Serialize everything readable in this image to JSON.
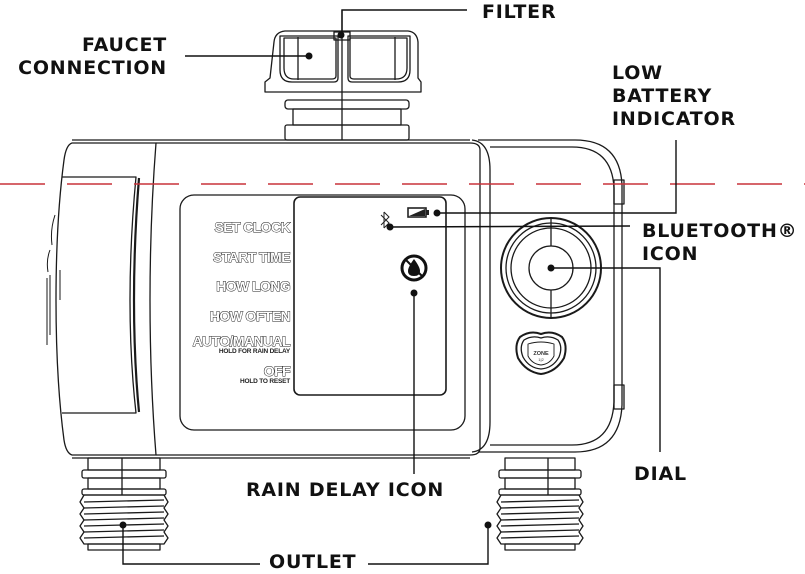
{
  "diagram": {
    "subject": "Bluetooth hose faucet water timer",
    "callouts": {
      "filter": "FILTER",
      "faucet_connection_line1": "FAUCET",
      "faucet_connection_line2": "CONNECTION",
      "low_battery_line1": "LOW",
      "low_battery_line2": "BATTERY",
      "low_battery_line3": "INDICATOR",
      "bluetooth_line1": "BLUETOOTH®",
      "bluetooth_line2": "ICON",
      "dial": "DIAL",
      "rain_delay": "RAIN DELAY ICON",
      "outlet": "OUTLET"
    },
    "lcd_labels": [
      {
        "main": "SET CLOCK",
        "sub": ""
      },
      {
        "main": "START TIME",
        "sub": ""
      },
      {
        "main": "HOW LONG",
        "sub": ""
      },
      {
        "main": "HOW OFTEN",
        "sub": ""
      },
      {
        "main": "AUTO/MANUAL",
        "sub": "HOLD FOR RAIN DELAY"
      },
      {
        "main": "OFF",
        "sub": "HOLD TO RESET"
      }
    ],
    "zone_button": {
      "label": "ZONE",
      "sub": "1|2"
    },
    "colors": {
      "line": "#1a1a1a",
      "text": "#111111",
      "dashed_reference_line": "#c8323a"
    }
  }
}
